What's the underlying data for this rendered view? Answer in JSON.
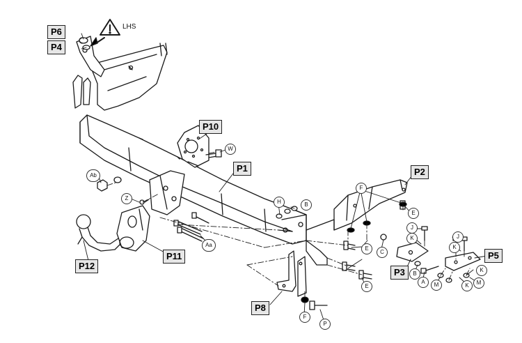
{
  "warning": {
    "text": "LHS"
  },
  "part_labels": {
    "p1": "P1",
    "p2": "P2",
    "p3": "P3",
    "p4": "P4",
    "p5": "P5",
    "p6": "P6",
    "p8": "P8",
    "p10": "P10",
    "p11": "P11",
    "p12": "P12"
  },
  "fastener_labels": {
    "ab": "Ab",
    "aa": "Aa",
    "z": "Z",
    "w": "W",
    "h": "H",
    "b1": "B",
    "f1": "F",
    "e1": "E",
    "e2": "E",
    "e3": "E",
    "c": "C",
    "j1": "J",
    "k1": "K",
    "j2": "J",
    "k2": "K",
    "k3": "K",
    "b2": "B",
    "a": "A",
    "m1": "M",
    "k4": "K",
    "m2": "M",
    "f2": "F",
    "p": "P"
  }
}
